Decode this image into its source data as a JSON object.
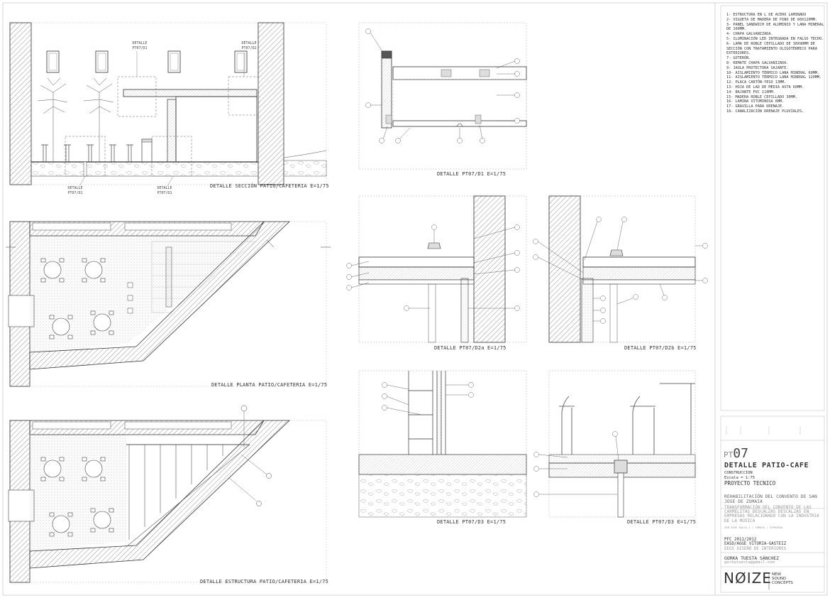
{
  "captions": {
    "section": "DETALLE SECCIÓN PATIO/CAFETERIA E=1/75",
    "plan": "DETALLE PLANTA PATIO/CAFETERIA E=1/75",
    "structure": "DETALLE ESTRUCTURA PATIO/CAFETERIA E=1/75",
    "d1": "DETALLE PT07/D1 E=1/75",
    "d2a": "DETALLE PT07/D2a E=1/75",
    "d2b": "DETALLE PT07/D2b E=1/75",
    "d3a": "DETALLE PT07/D3 E=1/75",
    "d3b": "DETALLE PT07/D3 E=1/75"
  },
  "section_notes": {
    "detail_d1_top": "DETALLE PT07/D1",
    "detail_d2_top": "DETALLE PT07/D2",
    "detail_d1_bottom": "DETALLE PT07/D1",
    "detail_d3_bottom": "DETALLE PT07/D1"
  },
  "legend": [
    "1- ESTRUCTURA EN L DE ACERO LAMINADO",
    "2- VIGUETA DE MADERA DE PINO DE 60X120MM.",
    "3- PANEL SANDWICH DE ALUMINIO Y LANA MINERAL DE 100MM.",
    "4- CHAPA GALVANIZADA.",
    "5- ILUMINACIÓN LED INTEGRADA EN FALSO TECHO.",
    "6- LAMA DE ROBLE CEPILLADO DE 30X90MM DE SECCIÓN CON TRATAMIENTO OLIGOTÉRMICO PARA EXTERIORES.",
    "7- GOTERÓN.",
    "8- REMATE CHAPA GALVANIZADA.",
    "9- JAULA PROTECTORA SAJANTE.",
    "10- AISLAMIENTO TÉRMICO LANA MINERAL 60MM.",
    "11- AISLAMIENTO TÉRMICO LANA MINERAL 120MM.",
    "12- PLACA CARTÓN-YESO 13MM.",
    "13- HOJA DE LAD DE MEDIA ASTA 60MM.",
    "14- BAJANTE PVC 110MM.",
    "15- MADERA ROBLE CEPILLADO 30MM.",
    "16- LAMINA VITUMINOSA 6MM.",
    "17- GRAVILLA PARA DRENAJE.",
    "18- CANALIZACIÓN DRENAJE PLUVIALES."
  ],
  "titleblock": {
    "code_prefix": "PT",
    "code_number": "07",
    "title": "DETALLE PATIO-CAFE",
    "subtitle": "CONSTRUCCION",
    "scale": "Escala = 1:75",
    "category": "PROYECTO TECNICO",
    "project_title": "REHABILITACIÓN DEL CONVENTO DE SAN JOSE DE ZUMAIA",
    "project_desc": "TRANSFORMACIÓN DEL CONVENTO DE LAS CARMELITAS DESCALZAS DESCALZAS EN EMPRESAS RELACIONADO CON LA INDUSTRIA DE LA MÚSICA",
    "location": "SAN JOSE KALEA,1 / ZUMAIA / GIPUZKOA",
    "course": "PFC 2011/2012",
    "school": "EASD/AGGE VITORIA-GASTEIZ",
    "program": "EEGS DISEÑO DE INTERIORES",
    "author": "GORKA TUESTA SÁNCHEZ",
    "email": "gorkatuesta@gmail.com",
    "logo_word": "NØIZE",
    "logo_sub1": "NEW",
    "logo_sub2": "SOUND",
    "logo_sub3": "CONCEPTS"
  },
  "colors": {
    "line": "#3a3a3a",
    "hatch": "#888888",
    "frame": "#999999"
  }
}
